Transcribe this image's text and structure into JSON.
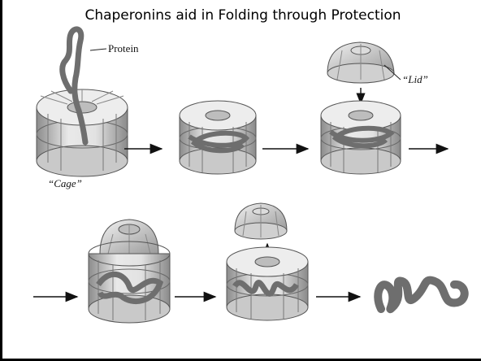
{
  "slide": {
    "title": "Chaperonins aid in Folding through Protection"
  },
  "labels": {
    "protein": "Protein",
    "lid": "“Lid”",
    "cage": "“Cage”"
  },
  "colors": {
    "cage_light": "#e6e6e6",
    "cage_mid": "#bdbdbd",
    "cage_dark": "#8c8c8c",
    "protein": "#6e6e6e",
    "arrow": "#111111"
  }
}
